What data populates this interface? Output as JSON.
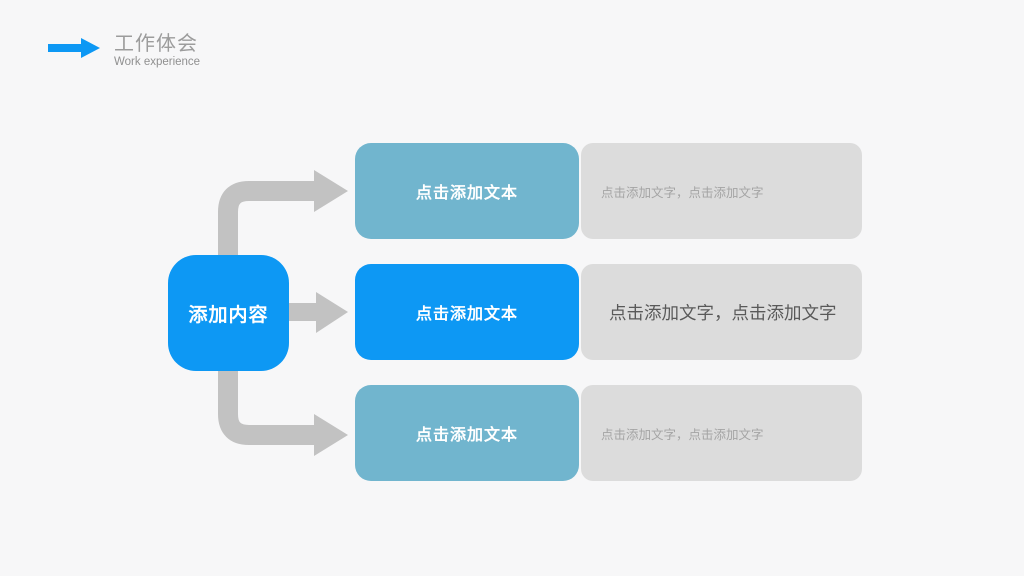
{
  "slide": {
    "background_color": "#f7f7f8",
    "header": {
      "title": "工作体会",
      "subtitle": "Work experience",
      "arrow_icon": "right-arrow",
      "arrow_color": "#0d98f4",
      "title_color": "#9c9c9c"
    },
    "center_node": {
      "label": "添加内容",
      "color": "#0d98f4"
    },
    "rows": [
      {
        "label": "点击添加文本",
        "box_color": "#71b5ce",
        "desc": "点击添加文字，点击添加文字",
        "desc_emphasis": false
      },
      {
        "label": "点击添加文本",
        "box_color": "#0d98f4",
        "desc": "点击添加文字，点击添加文字",
        "desc_emphasis": true
      },
      {
        "label": "点击添加文本",
        "box_color": "#71b5ce",
        "desc": "点击添加文字，点击添加文字",
        "desc_emphasis": false
      }
    ],
    "colors": {
      "connector_gray": "#c2c2c2",
      "desc_box_gray": "#dcdcdc",
      "desc_text_muted": "#a4a4a4",
      "desc_text_emphasis": "#595959"
    }
  }
}
